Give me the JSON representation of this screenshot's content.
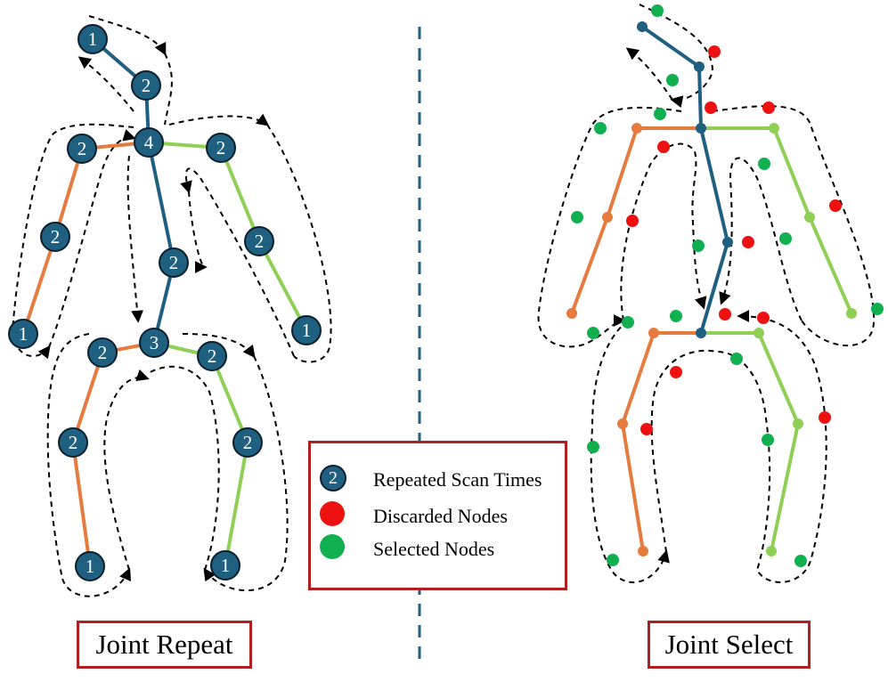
{
  "titles": {
    "left": "Joint Repeat",
    "right": "Joint Select"
  },
  "legend": {
    "items": [
      {
        "symbol": "numbered-node",
        "symbol_text": "2",
        "label": "Repeated Scan Times"
      },
      {
        "symbol": "red-dot",
        "label": "Discarded Nodes"
      },
      {
        "symbol": "green-dot",
        "label": "Selected Nodes"
      }
    ]
  },
  "colors": {
    "spine": "#1f5f80",
    "right_limbs": "#e57b3e",
    "left_limbs": "#8fcf55",
    "discarded": "#ee1111",
    "selected": "#10b050",
    "divider": "#1f5f80",
    "frame": "#b02020"
  },
  "joint_repeat_nodes": [
    {
      "id": "head",
      "count": "1"
    },
    {
      "id": "neck",
      "count": "2"
    },
    {
      "id": "shoulder-center",
      "count": "4"
    },
    {
      "id": "shoulder-right",
      "count": "2"
    },
    {
      "id": "elbow-right",
      "count": "2"
    },
    {
      "id": "hand-right",
      "count": "1"
    },
    {
      "id": "shoulder-left",
      "count": "2"
    },
    {
      "id": "elbow-left",
      "count": "2"
    },
    {
      "id": "hand-left",
      "count": "1"
    },
    {
      "id": "spine-mid",
      "count": "2"
    },
    {
      "id": "hip-center",
      "count": "3"
    },
    {
      "id": "hip-right",
      "count": "2"
    },
    {
      "id": "knee-right",
      "count": "2"
    },
    {
      "id": "foot-right",
      "count": "1"
    },
    {
      "id": "hip-left",
      "count": "2"
    },
    {
      "id": "knee-left",
      "count": "2"
    },
    {
      "id": "foot-left",
      "count": "1"
    }
  ]
}
